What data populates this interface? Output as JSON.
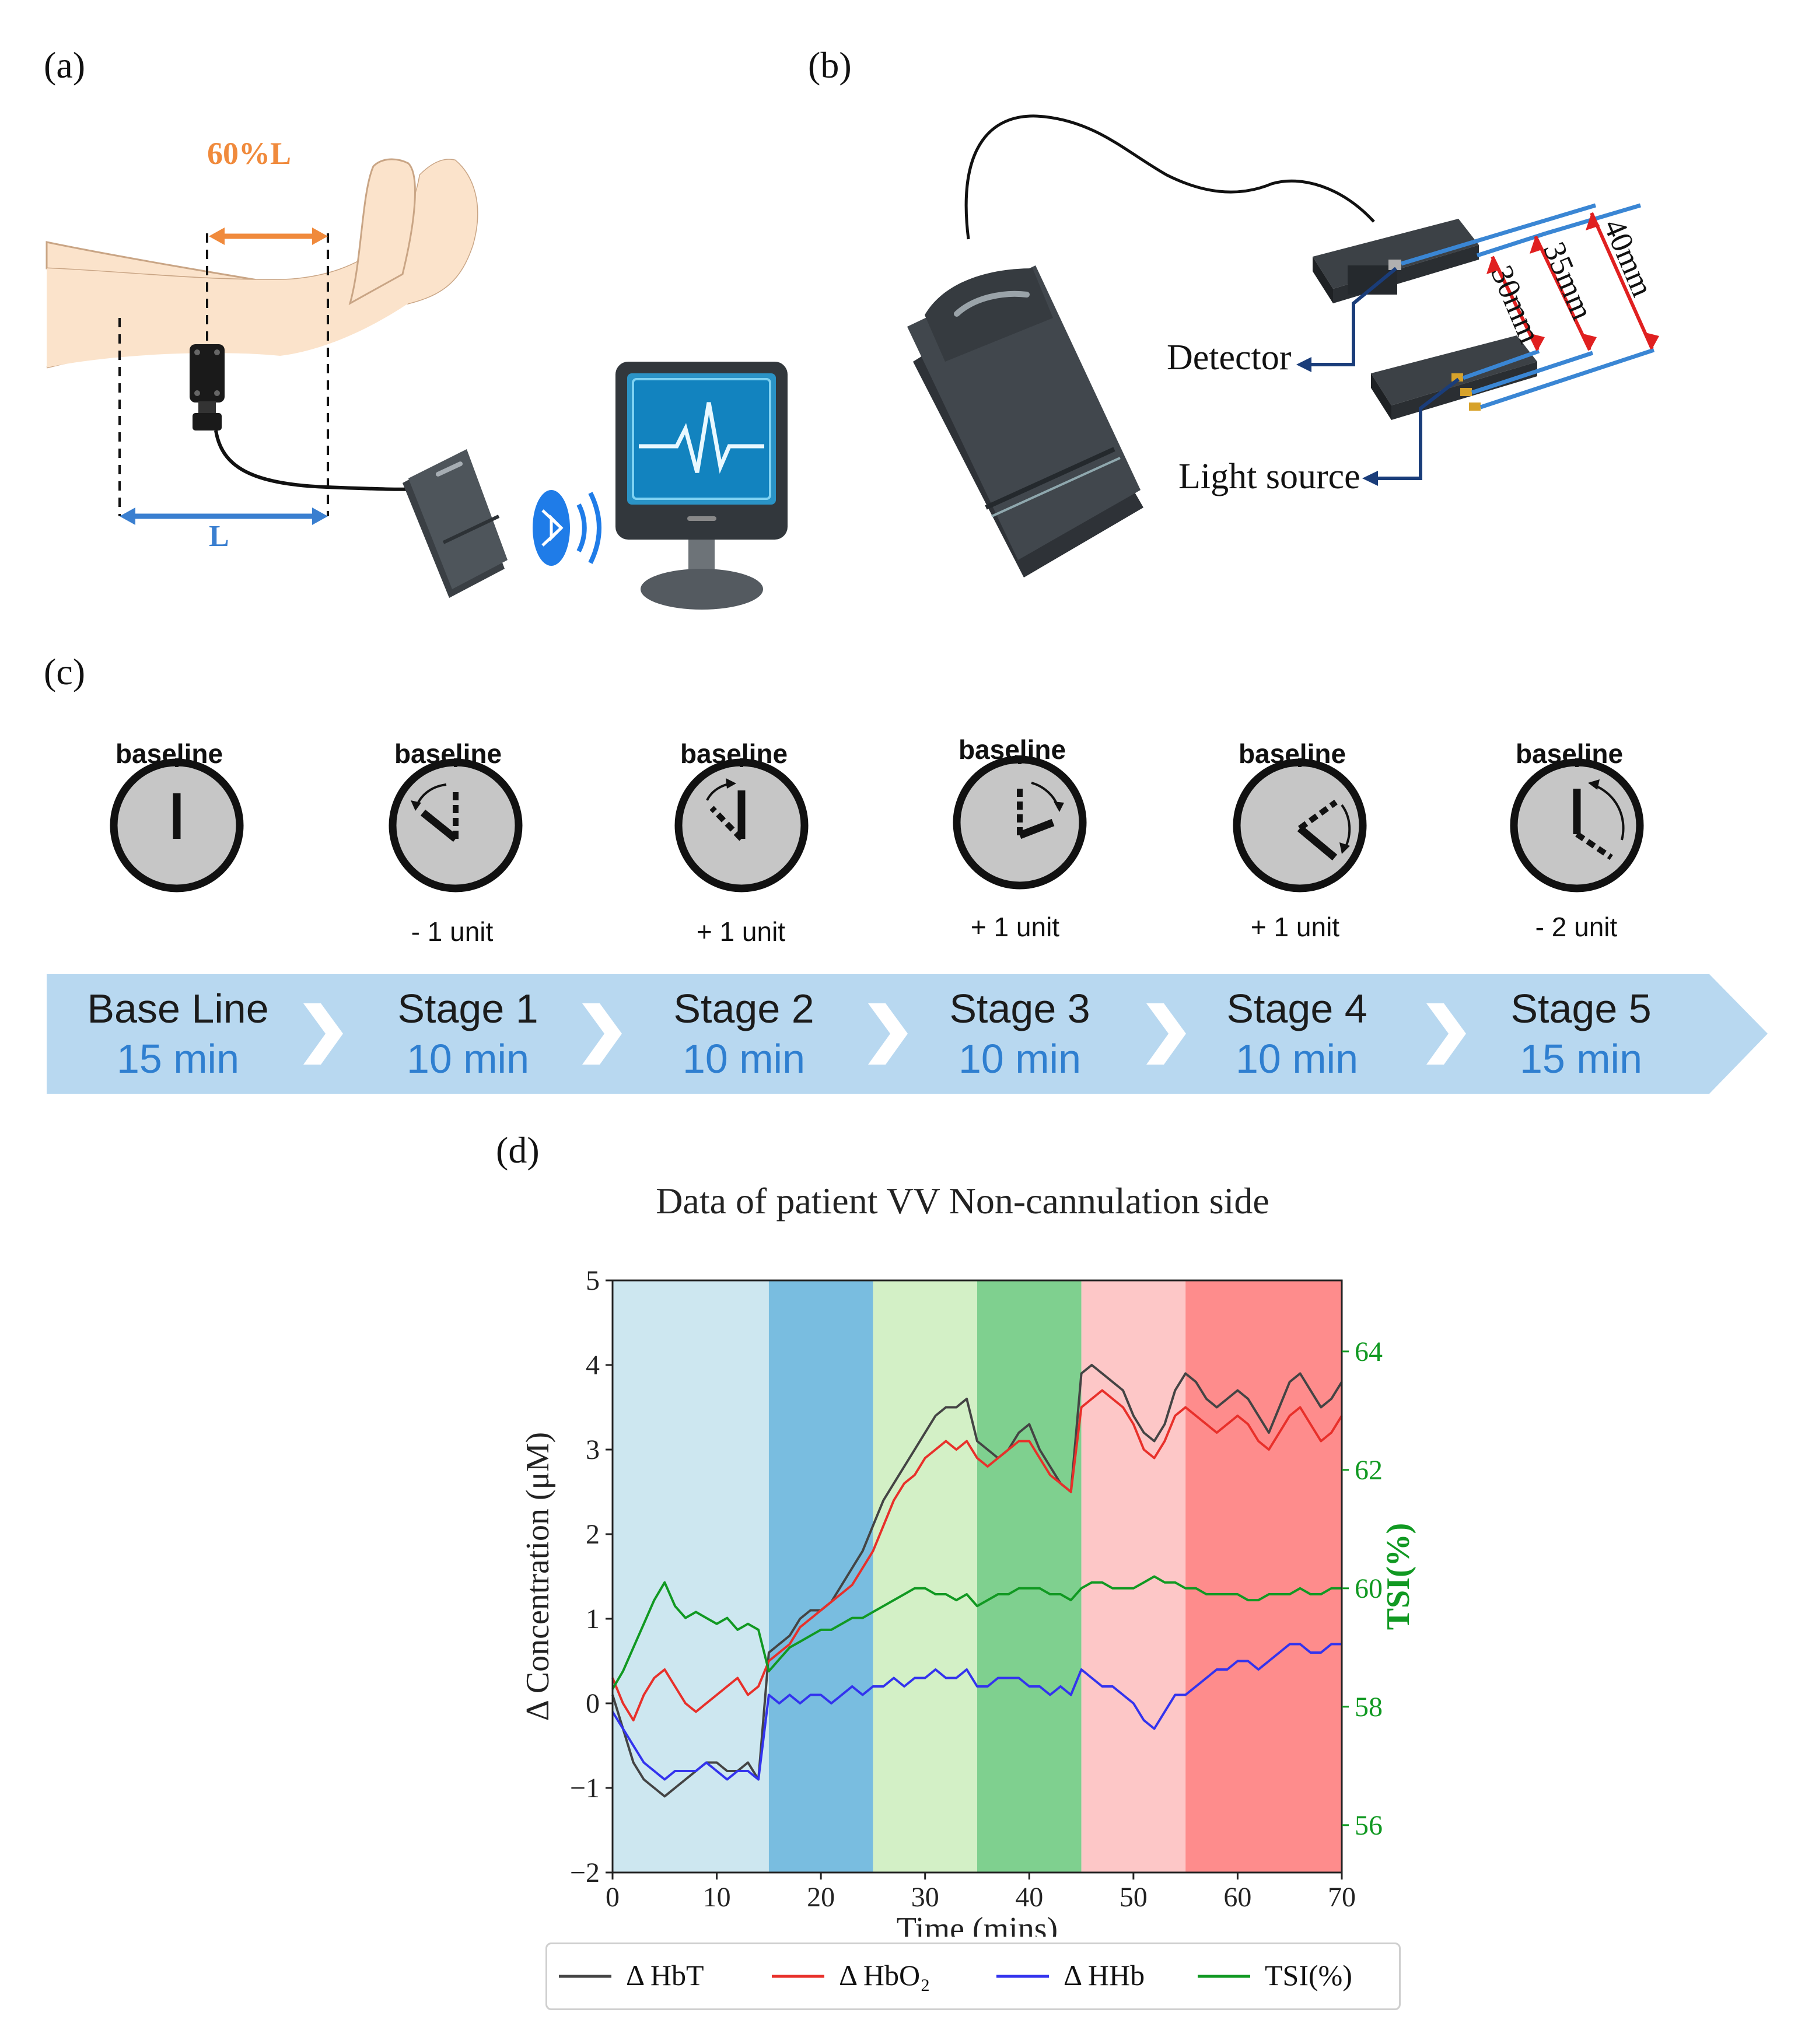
{
  "panels": {
    "a": "(a)",
    "b": "(b)",
    "c": "(c)",
    "d": "(d)"
  },
  "panel_a": {
    "sixty_label": "60%L",
    "l_label": "L"
  },
  "panel_b": {
    "dist_30": "30mm",
    "dist_35": "35mm",
    "dist_40": "40mm",
    "detector": "Detector",
    "light_source": "Light source"
  },
  "panel_c": {
    "clocks": [
      {
        "title": "baseline",
        "sub": ""
      },
      {
        "title": "baseline",
        "sub": "- 1 unit"
      },
      {
        "title": "baseline",
        "sub": "+ 1 unit"
      },
      {
        "title": "baseline",
        "sub": "+ 1 unit"
      },
      {
        "title": "baseline",
        "sub": "+ 1 unit"
      },
      {
        "title": "baseline",
        "sub": "- 2 unit"
      }
    ],
    "stages": [
      {
        "name": "Base Line",
        "duration": "15 min"
      },
      {
        "name": "Stage 1",
        "duration": "10 min"
      },
      {
        "name": "Stage 2",
        "duration": "10 min"
      },
      {
        "name": "Stage 3",
        "duration": "10 min"
      },
      {
        "name": "Stage 4",
        "duration": "10 min"
      },
      {
        "name": "Stage 5",
        "duration": "15 min"
      }
    ],
    "bar_color": "#b8d8f0",
    "accent_blue": "#2f7fd0"
  },
  "chart_data": {
    "type": "line",
    "title": "Data of patient VV Non-cannulation side",
    "xlabel": "Time (mins)",
    "ylabel": "Δ Concentration (μM)",
    "ylabel_right": "TSI(%)",
    "xlim": [
      0,
      70
    ],
    "ylim": [
      -2,
      5
    ],
    "ylim_right": [
      55.2,
      65.2
    ],
    "xticks": [
      "0",
      "10",
      "20",
      "30",
      "40",
      "50",
      "60",
      "70"
    ],
    "yticks": [
      "−2",
      "−1",
      "0",
      "1",
      "2",
      "3",
      "4",
      "5"
    ],
    "yticks_right": [
      "56",
      "58",
      "60",
      "62",
      "64"
    ],
    "bands": [
      {
        "x0": 0,
        "x1": 15,
        "color": "#cde7f0"
      },
      {
        "x0": 15,
        "x1": 25,
        "color": "#79bde0"
      },
      {
        "x0": 25,
        "x1": 35,
        "color": "#d3f0c6"
      },
      {
        "x0": 35,
        "x1": 45,
        "color": "#7fd08f"
      },
      {
        "x0": 45,
        "x1": 55,
        "color": "#fdc7c7"
      },
      {
        "x0": 55,
        "x1": 70,
        "color": "#fe8c8c"
      }
    ],
    "series": [
      {
        "name": "Δ HbT",
        "color": "#444444",
        "axis": "left",
        "x": [
          0,
          1,
          2,
          3,
          4,
          5,
          6,
          7,
          8,
          9,
          10,
          11,
          12,
          13,
          14,
          15,
          16,
          17,
          18,
          19,
          20,
          21,
          22,
          23,
          24,
          25,
          26,
          27,
          28,
          29,
          30,
          31,
          32,
          33,
          34,
          35,
          36,
          37,
          38,
          39,
          40,
          41,
          42,
          43,
          44,
          45,
          46,
          47,
          48,
          49,
          50,
          51,
          52,
          53,
          54,
          55,
          56,
          57,
          58,
          59,
          60,
          61,
          62,
          63,
          64,
          65,
          66,
          67,
          68,
          69,
          70
        ],
        "y": [
          0.1,
          -0.3,
          -0.7,
          -0.9,
          -1.0,
          -1.1,
          -1.0,
          -0.9,
          -0.8,
          -0.7,
          -0.7,
          -0.8,
          -0.8,
          -0.7,
          -0.9,
          0.6,
          0.7,
          0.8,
          1.0,
          1.1,
          1.1,
          1.2,
          1.4,
          1.6,
          1.8,
          2.1,
          2.4,
          2.6,
          2.8,
          3.0,
          3.2,
          3.4,
          3.5,
          3.5,
          3.6,
          3.1,
          3.0,
          2.9,
          3.0,
          3.2,
          3.3,
          3.0,
          2.8,
          2.6,
          2.5,
          3.9,
          4.0,
          3.9,
          3.8,
          3.7,
          3.4,
          3.2,
          3.1,
          3.3,
          3.7,
          3.9,
          3.8,
          3.6,
          3.5,
          3.6,
          3.7,
          3.6,
          3.4,
          3.2,
          3.5,
          3.8,
          3.9,
          3.7,
          3.5,
          3.6,
          3.8
        ]
      },
      {
        "name": "Δ HbO₂",
        "color": "#e8302a",
        "axis": "left",
        "x": [
          0,
          1,
          2,
          3,
          4,
          5,
          6,
          7,
          8,
          9,
          10,
          11,
          12,
          13,
          14,
          15,
          16,
          17,
          18,
          19,
          20,
          21,
          22,
          23,
          24,
          25,
          26,
          27,
          28,
          29,
          30,
          31,
          32,
          33,
          34,
          35,
          36,
          37,
          38,
          39,
          40,
          41,
          42,
          43,
          44,
          45,
          46,
          47,
          48,
          49,
          50,
          51,
          52,
          53,
          54,
          55,
          56,
          57,
          58,
          59,
          60,
          61,
          62,
          63,
          64,
          65,
          66,
          67,
          68,
          69,
          70
        ],
        "y": [
          0.3,
          0.0,
          -0.2,
          0.1,
          0.3,
          0.4,
          0.2,
          0.0,
          -0.1,
          0.0,
          0.1,
          0.2,
          0.3,
          0.1,
          0.2,
          0.5,
          0.6,
          0.7,
          0.9,
          1.0,
          1.1,
          1.2,
          1.3,
          1.4,
          1.6,
          1.8,
          2.1,
          2.4,
          2.6,
          2.7,
          2.9,
          3.0,
          3.1,
          3.0,
          3.1,
          2.9,
          2.8,
          2.9,
          3.0,
          3.1,
          3.1,
          2.9,
          2.7,
          2.6,
          2.5,
          3.5,
          3.6,
          3.7,
          3.6,
          3.5,
          3.3,
          3.0,
          2.9,
          3.1,
          3.4,
          3.5,
          3.4,
          3.3,
          3.2,
          3.3,
          3.4,
          3.3,
          3.1,
          3.0,
          3.2,
          3.4,
          3.5,
          3.3,
          3.1,
          3.2,
          3.4
        ]
      },
      {
        "name": "Δ HHb",
        "color": "#3333ee",
        "axis": "left",
        "x": [
          0,
          1,
          2,
          3,
          4,
          5,
          6,
          7,
          8,
          9,
          10,
          11,
          12,
          13,
          14,
          15,
          16,
          17,
          18,
          19,
          20,
          21,
          22,
          23,
          24,
          25,
          26,
          27,
          28,
          29,
          30,
          31,
          32,
          33,
          34,
          35,
          36,
          37,
          38,
          39,
          40,
          41,
          42,
          43,
          44,
          45,
          46,
          47,
          48,
          49,
          50,
          51,
          52,
          53,
          54,
          55,
          56,
          57,
          58,
          59,
          60,
          61,
          62,
          63,
          64,
          65,
          66,
          67,
          68,
          69,
          70
        ],
        "y": [
          -0.1,
          -0.3,
          -0.5,
          -0.7,
          -0.8,
          -0.9,
          -0.8,
          -0.8,
          -0.8,
          -0.7,
          -0.8,
          -0.9,
          -0.8,
          -0.8,
          -0.9,
          0.1,
          0.0,
          0.1,
          0.0,
          0.1,
          0.1,
          0.0,
          0.1,
          0.2,
          0.1,
          0.2,
          0.2,
          0.3,
          0.2,
          0.3,
          0.3,
          0.4,
          0.3,
          0.3,
          0.4,
          0.2,
          0.2,
          0.3,
          0.3,
          0.3,
          0.2,
          0.2,
          0.1,
          0.2,
          0.1,
          0.4,
          0.3,
          0.2,
          0.2,
          0.1,
          0.0,
          -0.2,
          -0.3,
          -0.1,
          0.1,
          0.1,
          0.2,
          0.3,
          0.4,
          0.4,
          0.5,
          0.5,
          0.4,
          0.5,
          0.6,
          0.7,
          0.7,
          0.6,
          0.6,
          0.7,
          0.7
        ]
      },
      {
        "name": "TSI(%)",
        "color": "#119922",
        "axis": "right",
        "x": [
          0,
          1,
          2,
          3,
          4,
          5,
          6,
          7,
          8,
          9,
          10,
          11,
          12,
          13,
          14,
          15,
          16,
          17,
          18,
          19,
          20,
          21,
          22,
          23,
          24,
          25,
          26,
          27,
          28,
          29,
          30,
          31,
          32,
          33,
          34,
          35,
          36,
          37,
          38,
          39,
          40,
          41,
          42,
          43,
          44,
          45,
          46,
          47,
          48,
          49,
          50,
          51,
          52,
          53,
          54,
          55,
          56,
          57,
          58,
          59,
          60,
          61,
          62,
          63,
          64,
          65,
          66,
          67,
          68,
          69,
          70
        ],
        "y": [
          58.3,
          58.6,
          59.0,
          59.4,
          59.8,
          60.1,
          59.7,
          59.5,
          59.6,
          59.5,
          59.4,
          59.5,
          59.3,
          59.4,
          59.3,
          58.6,
          58.8,
          59.0,
          59.1,
          59.2,
          59.3,
          59.3,
          59.4,
          59.5,
          59.5,
          59.6,
          59.7,
          59.8,
          59.9,
          60.0,
          60.0,
          59.9,
          59.9,
          59.8,
          59.9,
          59.7,
          59.8,
          59.9,
          59.9,
          60.0,
          60.0,
          60.0,
          59.9,
          59.9,
          59.8,
          60.0,
          60.1,
          60.1,
          60.0,
          60.0,
          60.0,
          60.1,
          60.2,
          60.1,
          60.1,
          60.0,
          60.0,
          59.9,
          59.9,
          59.9,
          59.9,
          59.8,
          59.8,
          59.9,
          59.9,
          59.9,
          60.0,
          59.9,
          59.9,
          60.0,
          60.0
        ]
      }
    ],
    "legend_placement": "bottom-center",
    "grid": false
  }
}
